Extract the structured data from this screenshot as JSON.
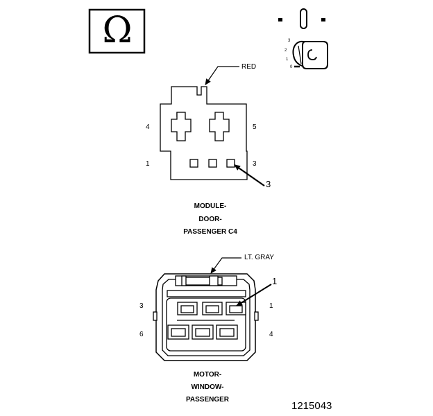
{
  "ohm_symbol": "Ω",
  "key_switch": {
    "icon": "ignition-key-icon",
    "positions": [
      "3",
      "2",
      "1",
      "0"
    ]
  },
  "connector_top": {
    "wire_color": "RED",
    "pins_left": [
      "4",
      "1"
    ],
    "pins_right": [
      "5",
      "3"
    ],
    "callout": "3",
    "caption": [
      "MODULE-",
      "DOOR-",
      "PASSENGER C4"
    ]
  },
  "connector_bottom": {
    "wire_color": "LT. GRAY",
    "pins_left": [
      "3",
      "6"
    ],
    "pins_right": [
      "1",
      "4"
    ],
    "callout": "1",
    "caption": [
      "MOTOR-",
      "WINDOW-",
      "PASSENGER"
    ]
  },
  "figure_number": "1215043"
}
